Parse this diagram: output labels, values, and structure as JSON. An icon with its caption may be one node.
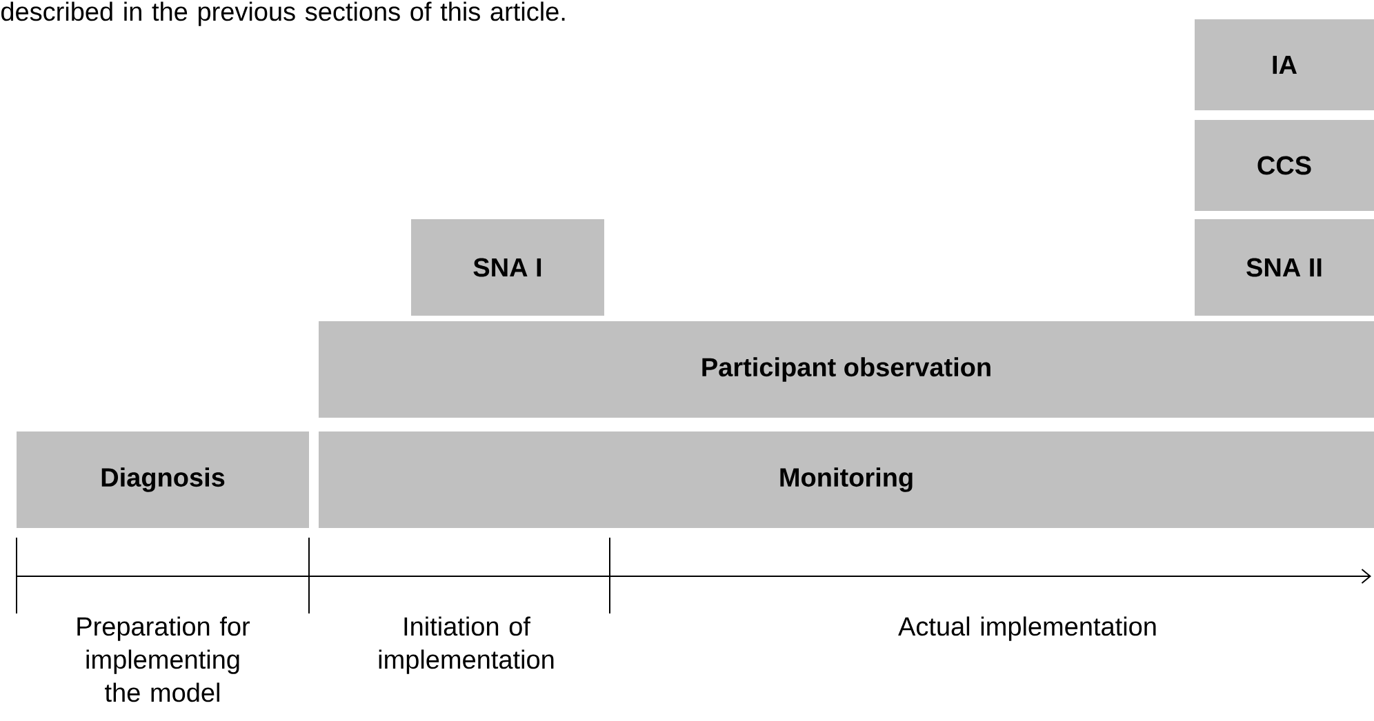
{
  "diagram": {
    "nodes": [
      {
        "text": [
          "IA"
        ]
      },
      {
        "text": [
          "CCS"
        ]
      },
      {
        "text": [
          "SNA I"
        ]
      },
      {
        "text": [
          "SNA II"
        ]
      },
      {
        "text": [
          "Participant observation"
        ]
      },
      {
        "text": [
          "Diagnosis"
        ]
      },
      {
        "text": [
          "Monitoring"
        ]
      }
    ],
    "labels": [
      "described in the previous sections of this article.",
      "Preparation for implementing the model",
      "Initiation of implementation",
      "Actual implementation"
    ]
  }
}
